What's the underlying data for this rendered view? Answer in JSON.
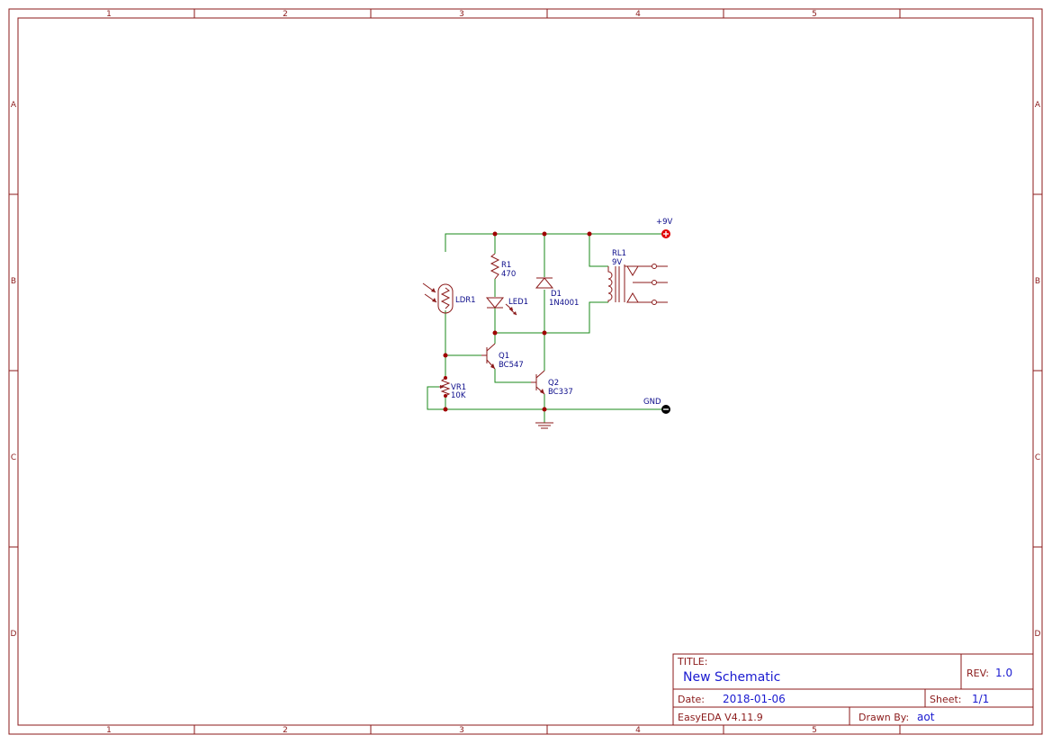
{
  "zones": {
    "columns": [
      "1",
      "2",
      "3",
      "4",
      "5"
    ],
    "rows": [
      "A",
      "B",
      "C",
      "D"
    ]
  },
  "components": {
    "ldr": {
      "ref": "LDR1"
    },
    "r1": {
      "ref": "R1",
      "value": "470"
    },
    "led": {
      "ref": "LED1"
    },
    "d1": {
      "ref": "D1",
      "value": "1N4001"
    },
    "q1": {
      "ref": "Q1",
      "value": "BC547"
    },
    "q2": {
      "ref": "Q2",
      "value": "BC337"
    },
    "vr1": {
      "ref": "VR1",
      "value": "10K"
    },
    "rl1": {
      "ref": "RL1",
      "value": "9V"
    },
    "vcc": {
      "label": "+9V"
    },
    "gnd": {
      "label": "GND"
    }
  },
  "title_block": {
    "title_label": "TITLE:",
    "title": "New Schematic",
    "rev_label": "REV:",
    "rev": "1.0",
    "date_label": "Date:",
    "date": "2018-01-06",
    "sheet_label": "Sheet:",
    "sheet": "1/1",
    "tool": "EasyEDA V4.11.9",
    "drawn_by_label": "Drawn By:",
    "drawn_by": "aot"
  },
  "colors": {
    "frame": "#8b1a1a",
    "wire": "#1a8a1a",
    "text": "#0b0b8a",
    "value_text": "#1a1ad0",
    "power_flag": "#e00000",
    "ground_flag": "#000000"
  }
}
